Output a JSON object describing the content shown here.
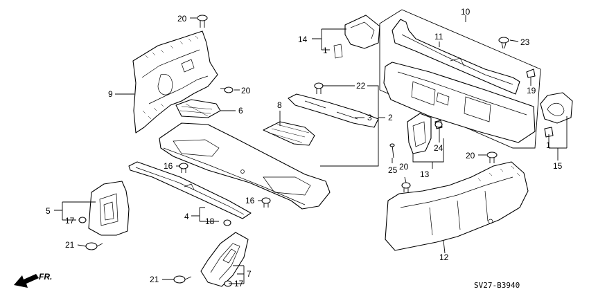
{
  "diagram": {
    "code": "SV27-B3940",
    "direction_label": "FR."
  },
  "callouts": {
    "c1a": "1",
    "c1b": "1",
    "c2": "2",
    "c3": "3",
    "c5": "5",
    "c4": "4",
    "c6": "6",
    "c7": "7",
    "c8": "8",
    "c9": "9",
    "c10": "10",
    "c11": "11",
    "c12": "12",
    "c13": "13",
    "c14": "14",
    "c15": "15",
    "c16a": "16",
    "c16b": "16",
    "c17a": "17",
    "c17b": "17",
    "c18": "18",
    "c19": "19",
    "c20a": "20",
    "c20b": "20",
    "c20c": "20",
    "c20d": "20",
    "c21a": "21",
    "c21b": "21",
    "c22": "22",
    "c23": "23",
    "c24": "24",
    "c25": "25"
  }
}
